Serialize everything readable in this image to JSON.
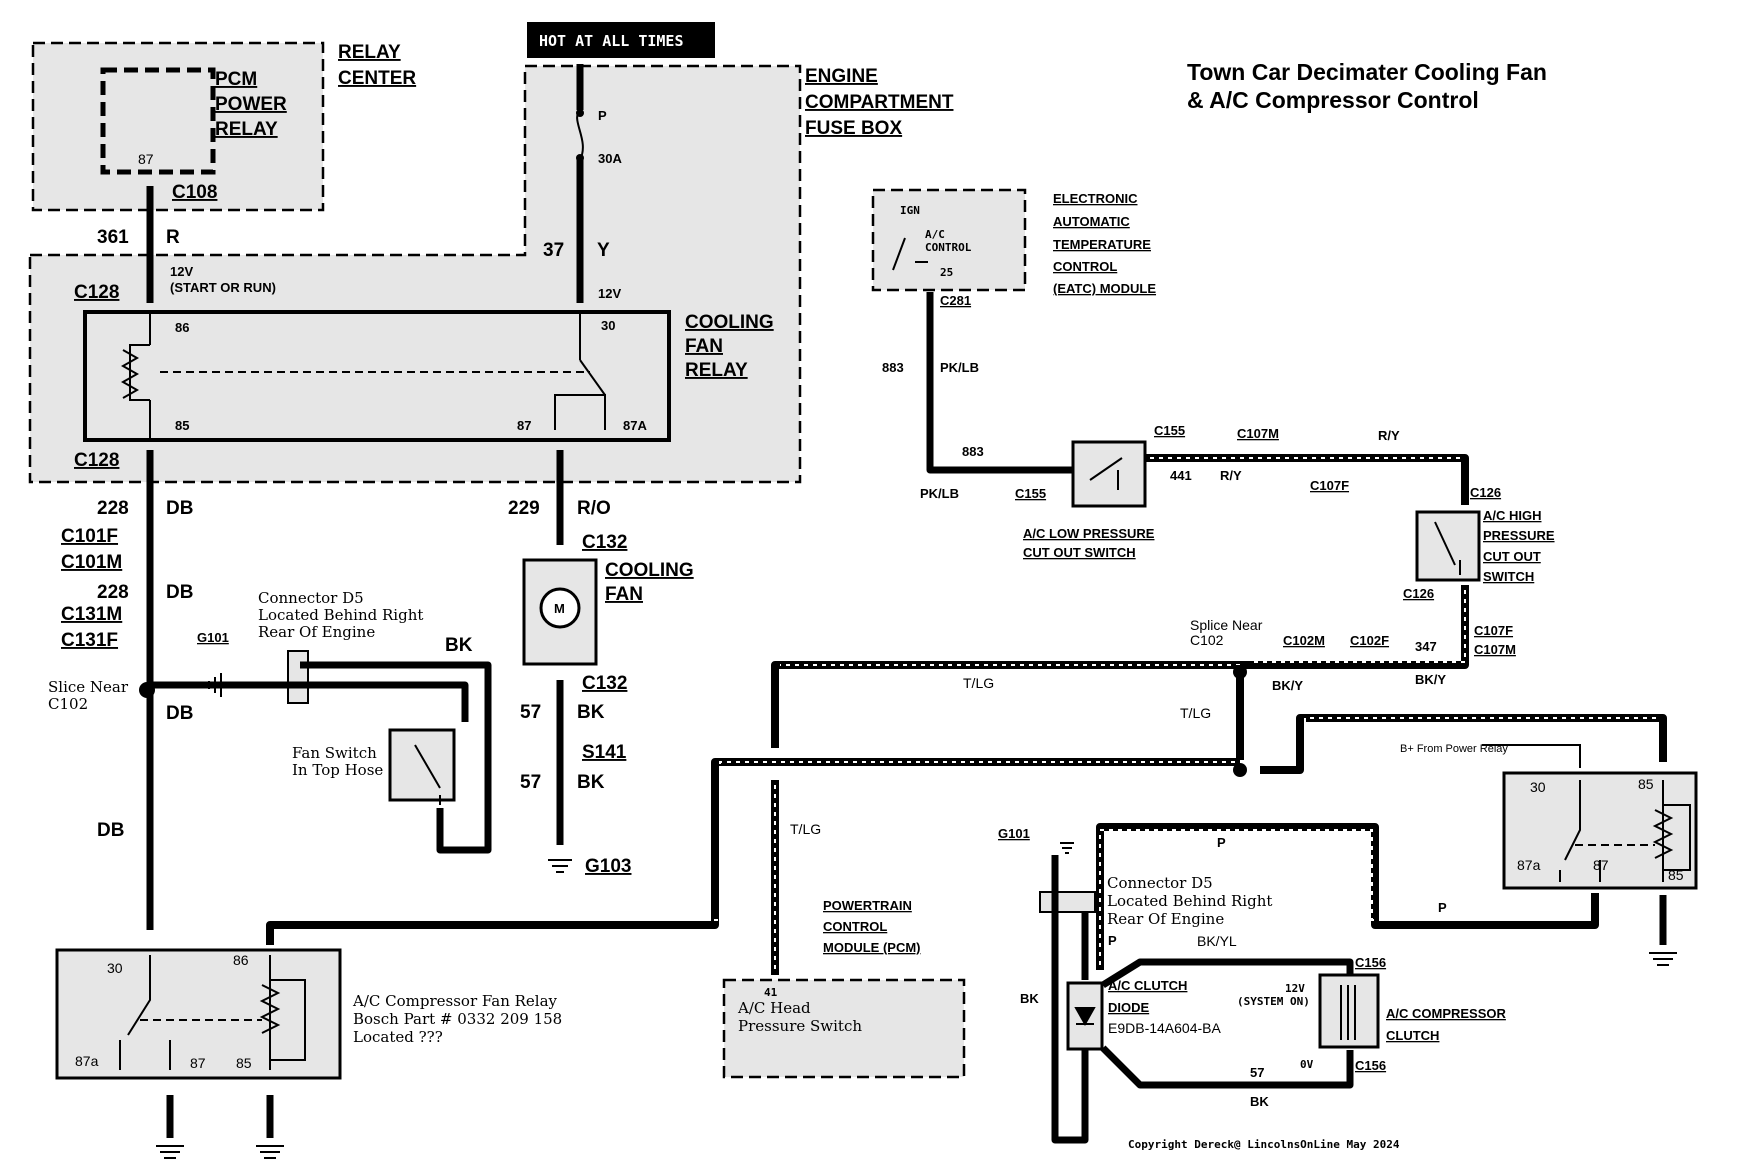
{
  "title": {
    "line1": "Town Car Decimater Cooling Fan",
    "line2": "& A/C Compressor Control"
  },
  "hot_badge": "HOT AT ALL TIMES",
  "relay_center": {
    "line1": "RELAY",
    "line2": "CENTER"
  },
  "pcm_power_relay": {
    "line1": "PCM",
    "line2": "POWER",
    "line3": "RELAY",
    "pin": "87"
  },
  "fuse_box": {
    "line1": "ENGINE",
    "line2": "COMPARTMENT",
    "line3": "FUSE BOX",
    "fuse_p": "P",
    "fuse_rating": "30A"
  },
  "cooling_fan_relay": {
    "line1": "COOLING",
    "line2": "FAN",
    "line3": "RELAY",
    "pin86": "86",
    "pin85": "85",
    "pin30": "30",
    "pin87": "87",
    "pin87a": "87A"
  },
  "wires": {
    "w361": "361",
    "w361_color": "R",
    "c108": "C108",
    "v12_start": "12V",
    "start_run": "(START OR RUN)",
    "c128_top": "C128",
    "w37": "37",
    "w37_color": "Y",
    "v12_fuse": "12V",
    "c128_bot": "C128",
    "w228a": "228",
    "db1": "DB",
    "c101f": "C101F",
    "c101m": "C101M",
    "w228b": "228",
    "db2": "DB",
    "c131m": "C131M",
    "c131f": "C131F",
    "db3": "DB",
    "db4": "DB",
    "w229": "229",
    "w229_color": "R/O",
    "c132_top": "C132",
    "c132_bot": "C132",
    "w57a": "57",
    "bk_a": "BK",
    "s141": "S141",
    "w57b": "57",
    "bk_b": "BK",
    "g103": "G103",
    "g101_left": "G101",
    "bk_fan_switch": "BK"
  },
  "cooling_fan": {
    "line1": "COOLING",
    "line2": "FAN",
    "motor": "M"
  },
  "connector_d5_left": {
    "line1": "Connector D5",
    "line2": "Located Behind Right",
    "line3": "Rear Of Engine"
  },
  "splice_left": {
    "line1": "Slice Near",
    "line2": "C102"
  },
  "fan_switch": {
    "line1": "Fan Switch",
    "line2": "In Top Hose"
  },
  "ac_fan_relay": {
    "line1": "A/C Compressor Fan Relay",
    "line2": "Bosch Part # 0332 209 158",
    "line3": "Located ???",
    "pin30": "30",
    "pin86": "86",
    "pin87a": "87a",
    "pin87": "87",
    "pin85": "85"
  },
  "eatc": {
    "line1": "ELECTRONIC",
    "line2": "AUTOMATIC",
    "line3": "TEMPERATURE",
    "line4": "CONTROL",
    "line5": "(EATC) MODULE",
    "ign": "IGN",
    "ac": "A/C",
    "control": "CONTROL",
    "pin": "25",
    "c281": "C281"
  },
  "wires_right": {
    "w883a": "883",
    "pklb_a": "PK/LB",
    "w883b": "883",
    "pklb_b": "PK/LB",
    "c155_left": "C155",
    "c155_right": "C155",
    "w441": "441",
    "ry_a": "R/Y",
    "c107m_top": "C107M",
    "c107f_top": "C107F",
    "ry_b": "R/Y",
    "c126_top": "C126",
    "c126_bot": "C126",
    "c107f_bot": "C107F",
    "c107m_bot": "C107M",
    "w347": "347",
    "bky_a": "BK/Y",
    "c102m": "C102M",
    "c102f": "C102F",
    "bky_b": "BK/Y",
    "tlg_a": "T/LG",
    "tlg_b": "T/LG",
    "tlg_c": "T/LG",
    "g101_right": "G101",
    "p_a": "P",
    "p_b": "P",
    "p_c": "P",
    "bkyl": "BK/YL",
    "bk_c": "BK",
    "w57c": "57",
    "bk_d": "BK",
    "c156_top": "C156",
    "c156_bot": "C156",
    "v12_sys": "12V",
    "system_on": "(SYSTEM ON)",
    "v0": "0V"
  },
  "low_pressure_switch": {
    "line1": "A/C LOW PRESSURE",
    "line2": "CUT OUT SWITCH"
  },
  "high_pressure_switch": {
    "line1": "A/C HIGH",
    "line2": "PRESSURE",
    "line3": "CUT OUT",
    "line4": "SWITCH"
  },
  "splice_right": {
    "line1": "Splice Near",
    "line2": "C102"
  },
  "power_relay_right": {
    "bplus": "B+ From Power Relay",
    "pin30": "30",
    "pin85": "85",
    "pin87a": "87a",
    "pin87": "87",
    "pin85b": "85"
  },
  "pcm": {
    "line1": "POWERTRAIN",
    "line2": "CONTROL",
    "line3": "MODULE (PCM)",
    "pin": "41",
    "note1": "A/C Head",
    "note2": "Pressure Switch"
  },
  "connector_d5_right": {
    "line1": "Connector D5",
    "line2": "Located Behind Right",
    "line3": "Rear Of Engine"
  },
  "clutch_diode": {
    "line1": "A/C CLUTCH",
    "line2": "DIODE",
    "line3": "E9DB-14A604-BA"
  },
  "compressor_clutch": {
    "line1": "A/C COMPRESSOR",
    "line2": "CLUTCH"
  },
  "copyright": "Copyright Dereck@ LincolnsOnLine May 2024"
}
